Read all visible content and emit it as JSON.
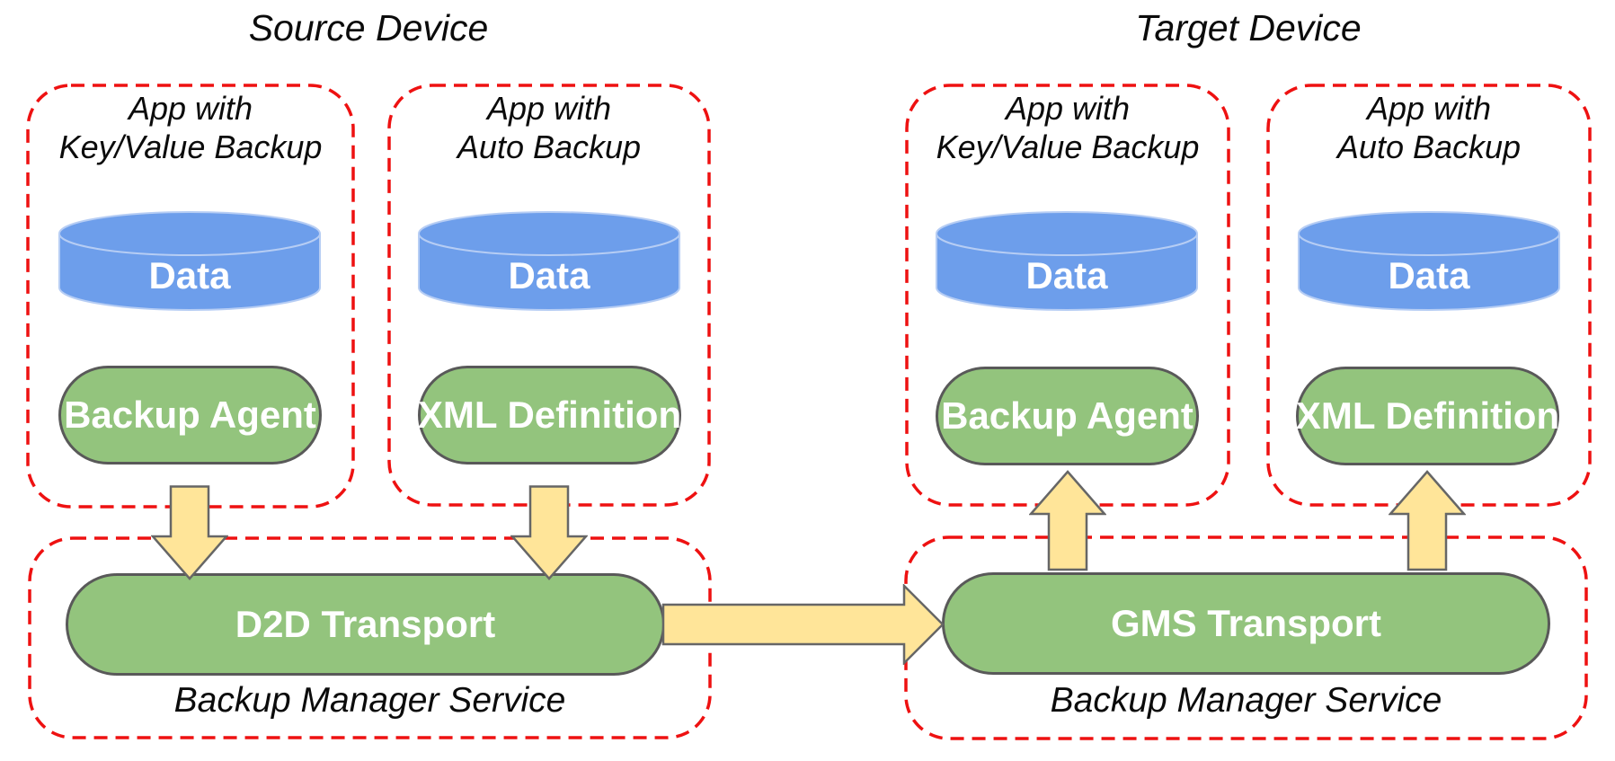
{
  "source": {
    "title": "Source Device",
    "apps": [
      {
        "name_line1": "App with",
        "name_line2": "Key/Value Backup",
        "data_store": "Data",
        "component": "Backup Agent"
      },
      {
        "name_line1": "App with",
        "name_line2": "Auto Backup",
        "data_store": "Data",
        "component": "XML Definition"
      }
    ],
    "manager": {
      "transport": "D2D Transport",
      "service": "Backup Manager Service"
    }
  },
  "target": {
    "title": "Target Device",
    "apps": [
      {
        "name_line1": "App with",
        "name_line2": "Key/Value Backup",
        "data_store": "Data",
        "component": "Backup Agent"
      },
      {
        "name_line1": "App with",
        "name_line2": "Auto Backup",
        "data_store": "Data",
        "component": "XML Definition"
      }
    ],
    "manager": {
      "transport": "GMS Transport",
      "service": "Backup Manager Service"
    }
  },
  "flows": [
    {
      "icon": "arrow-down-icon",
      "from": "Backup Agent",
      "to": "D2D Transport"
    },
    {
      "icon": "arrow-down-icon",
      "from": "XML Definition",
      "to": "D2D Transport"
    },
    {
      "icon": "arrow-right-icon",
      "from": "D2D Transport",
      "to": "GMS Transport"
    },
    {
      "icon": "arrow-up-icon",
      "from": "GMS Transport",
      "to": "Backup Agent"
    },
    {
      "icon": "arrow-up-icon",
      "from": "GMS Transport",
      "to": "XML Definition"
    }
  ],
  "colors": {
    "dashed_border_red": "#ee1111",
    "component_green": "#93c47d",
    "data_blue": "#6d9eeb",
    "arrow_yellow": "#ffe599",
    "outline_gray": "#595959",
    "label_white": "#ffffff",
    "text_black": "#0b0b0b"
  }
}
